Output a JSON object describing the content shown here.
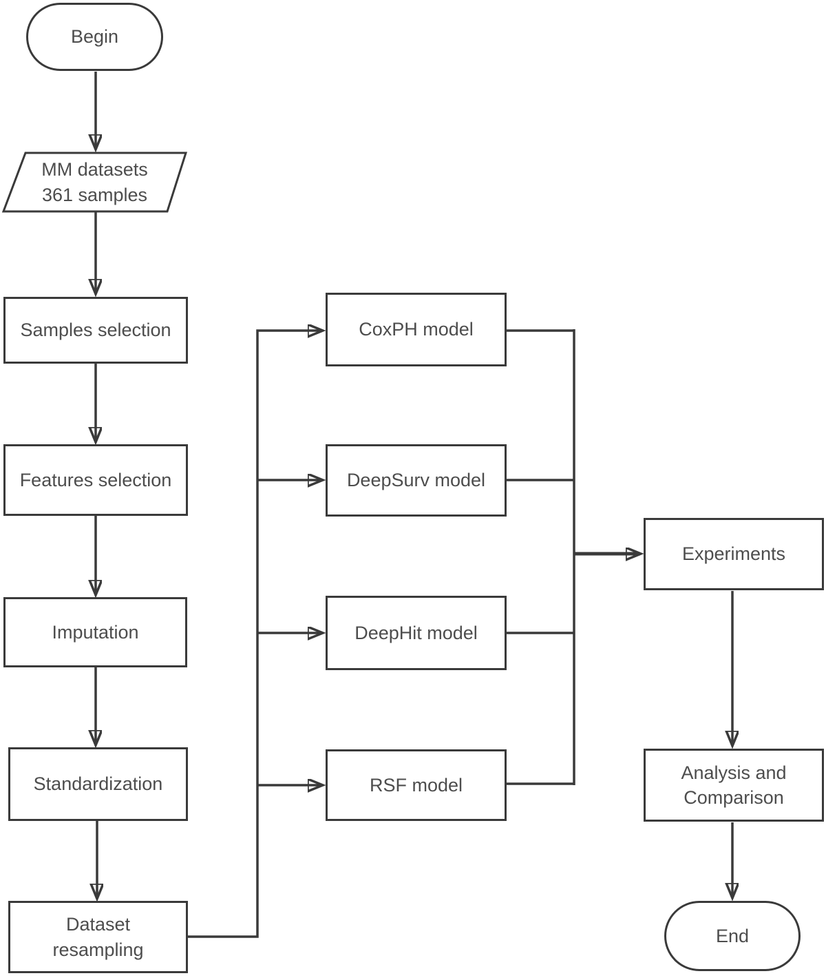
{
  "diagram": {
    "colors": {
      "line": "#3a3a3a",
      "text": "#4d4d4d",
      "background": "#ffffff"
    },
    "nodes": {
      "begin": {
        "label": "Begin",
        "shape": "terminator"
      },
      "datasets": {
        "label": "MM datasets\n361 samples",
        "shape": "data-parallelogram"
      },
      "samples_selection": {
        "label": "Samples selection",
        "shape": "process"
      },
      "features_selection": {
        "label": "Features selection",
        "shape": "process"
      },
      "imputation": {
        "label": "Imputation",
        "shape": "process"
      },
      "standardization": {
        "label": "Standardization",
        "shape": "process"
      },
      "dataset_resampling": {
        "label": "Dataset\nresampling",
        "shape": "process"
      },
      "coxph": {
        "label": "CoxPH model",
        "shape": "process"
      },
      "deepsurv": {
        "label": "DeepSurv model",
        "shape": "process"
      },
      "deephit": {
        "label": "DeepHit model",
        "shape": "process"
      },
      "rsf": {
        "label": "RSF model",
        "shape": "process"
      },
      "experiments": {
        "label": "Experiments",
        "shape": "process"
      },
      "analysis": {
        "label": "Analysis and\nComparison",
        "shape": "process"
      },
      "end": {
        "label": "End",
        "shape": "terminator"
      }
    },
    "edges": [
      {
        "from": "begin",
        "to": "datasets"
      },
      {
        "from": "datasets",
        "to": "samples_selection"
      },
      {
        "from": "samples_selection",
        "to": "features_selection"
      },
      {
        "from": "features_selection",
        "to": "imputation"
      },
      {
        "from": "imputation",
        "to": "standardization"
      },
      {
        "from": "standardization",
        "to": "dataset_resampling"
      },
      {
        "from": "dataset_resampling",
        "to": "coxph"
      },
      {
        "from": "dataset_resampling",
        "to": "deepsurv"
      },
      {
        "from": "dataset_resampling",
        "to": "deephit"
      },
      {
        "from": "dataset_resampling",
        "to": "rsf"
      },
      {
        "from": "coxph",
        "to": "experiments"
      },
      {
        "from": "deepsurv",
        "to": "experiments"
      },
      {
        "from": "deephit",
        "to": "experiments"
      },
      {
        "from": "rsf",
        "to": "experiments"
      },
      {
        "from": "experiments",
        "to": "analysis"
      },
      {
        "from": "analysis",
        "to": "end"
      }
    ]
  }
}
